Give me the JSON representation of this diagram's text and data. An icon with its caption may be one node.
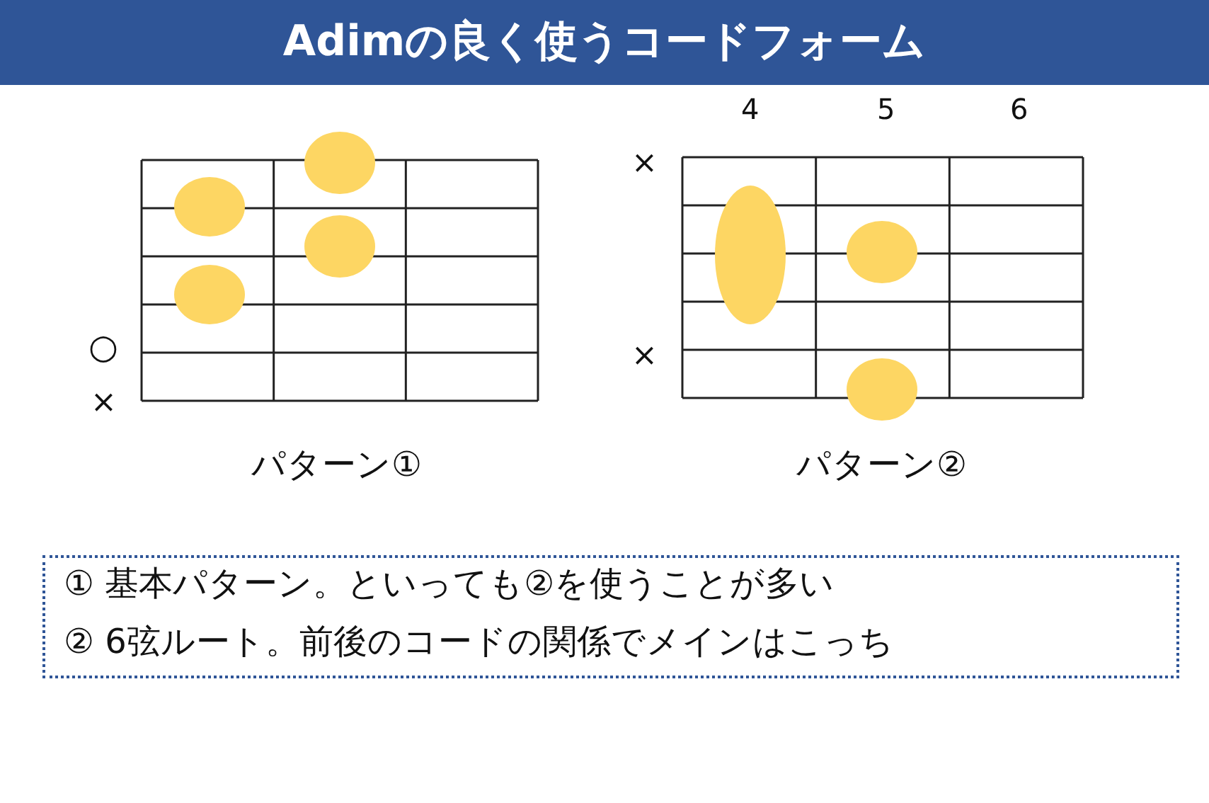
{
  "diagram": {
    "title": "Adimの良く使うコードフォーム",
    "labels": [
      "4",
      "5",
      "6",
      "×",
      "○",
      "×",
      "パターン①",
      "×",
      "パターン②",
      "① 基本パターン。といっても②を使うことが多い",
      "② 6弦ルート。前後のコードの関係でメインはこっち"
    ]
  }
}
